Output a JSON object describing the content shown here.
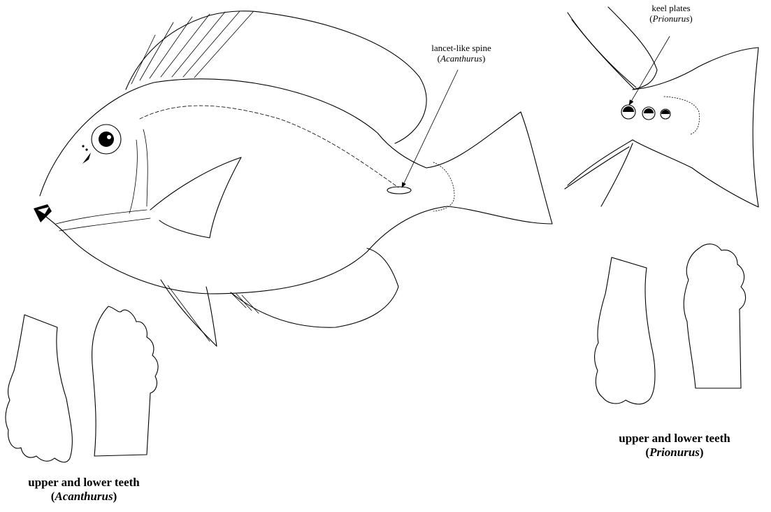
{
  "labels": {
    "spine": {
      "line1": "lancet-like spine",
      "open": "(",
      "genus": "Acanthurus",
      "close": ")"
    },
    "keel": {
      "line1": "keel plates",
      "open": "(",
      "genus": "Prionurus",
      "close": ")"
    },
    "teeth_acanthurus": {
      "line1": "upper and lower teeth",
      "open": "(",
      "genus": "Acanthurus",
      "close": ")"
    },
    "teeth_prionurus": {
      "line1": "upper and lower teeth",
      "open": "(",
      "genus": "Prionurus",
      "close": ")"
    }
  }
}
